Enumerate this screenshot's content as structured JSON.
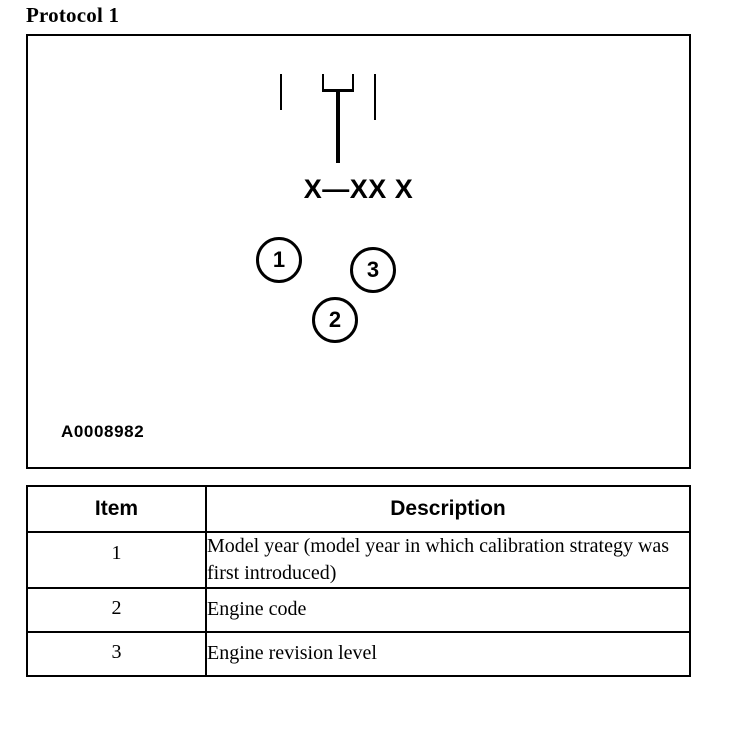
{
  "document": {
    "title": "Protocol 1"
  },
  "figure": {
    "code_text": "X—XX X",
    "figure_id": "A0008982",
    "callouts": [
      {
        "number": "1"
      },
      {
        "number": "2"
      },
      {
        "number": "3"
      }
    ]
  },
  "table": {
    "headers": {
      "item": "Item",
      "description": "Description"
    },
    "rows": [
      {
        "item": "1",
        "description": "Model year (model year in which calibration strategy was first introduced)"
      },
      {
        "item": "2",
        "description": "Engine code"
      },
      {
        "item": "3",
        "description": "Engine revision level"
      }
    ]
  }
}
